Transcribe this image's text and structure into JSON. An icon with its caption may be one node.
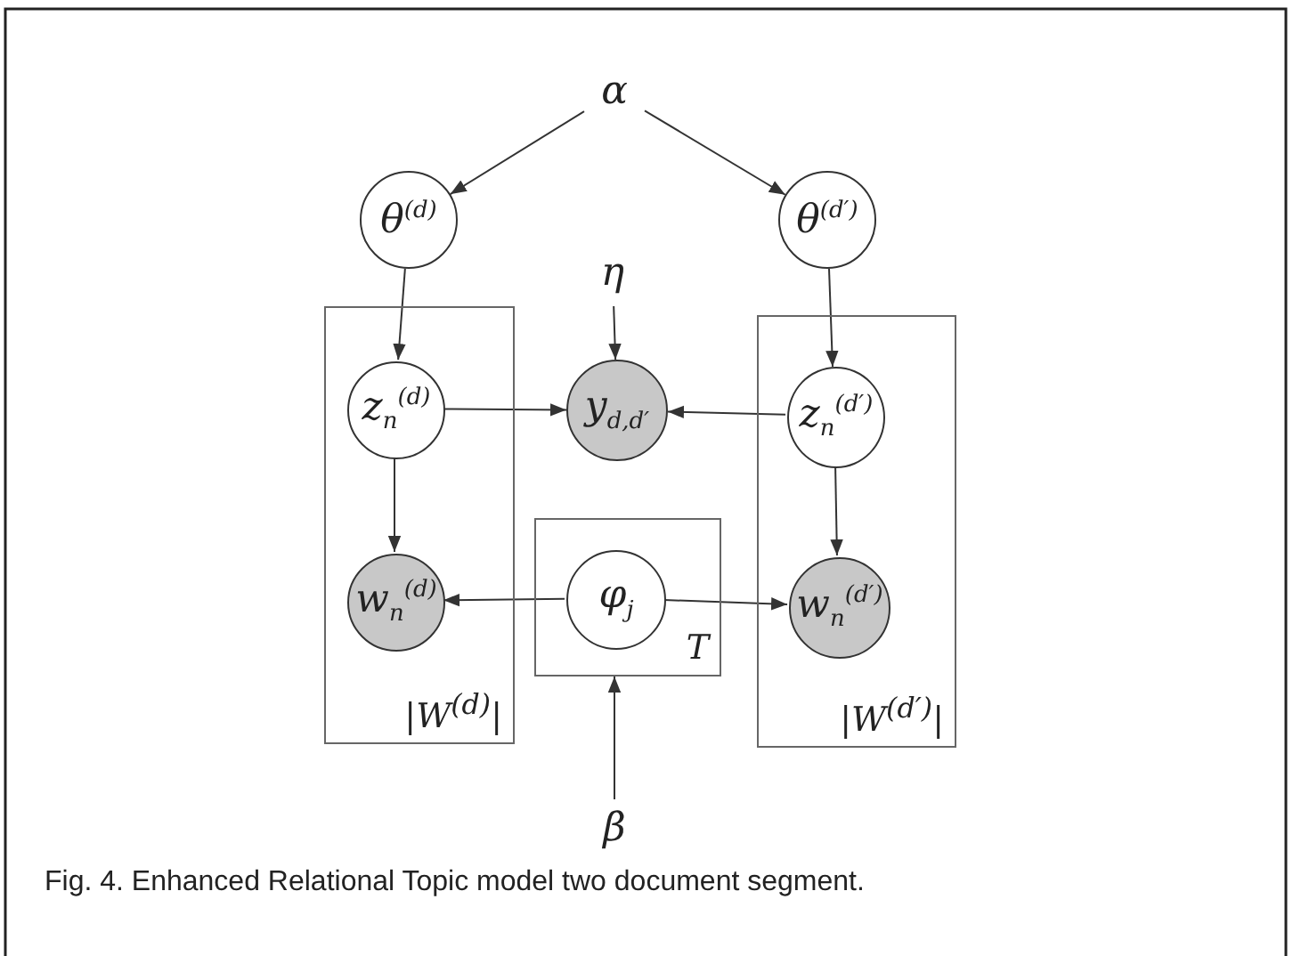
{
  "diagram": {
    "caption": "Fig. 4. Enhanced Relational Topic model two document segment.",
    "nodes": [
      {
        "text": [
          "α"
        ]
      },
      {
        "text": [
          "θ$^{(d)}$"
        ]
      },
      {
        "text": [
          "θ$^{(d′)}$"
        ]
      },
      {
        "text": [
          "η"
        ]
      },
      {
        "text": [
          "|W$^{(d)}$|"
        ]
      },
      {
        "text": [
          "z$_{n}$$^{(d)}$"
        ],
        "in": 4
      },
      {
        "text": [
          "w$_{n}$$^{(d)}$"
        ],
        "in": 4
      },
      {
        "text": [
          "y$_{d,d′}$"
        ]
      },
      {
        "text": [
          "|W$^{(d′)}$|"
        ]
      },
      {
        "text": [
          "z$_{n}$$^{(d′)}$"
        ],
        "in": 8
      },
      {
        "text": [
          "w$_{n}$$^{(d′)}$"
        ],
        "in": 8
      },
      {
        "text": [
          "T"
        ]
      },
      {
        "text": [
          "φ$_{j}$"
        ],
        "in": 11
      },
      {
        "text": [
          "β"
        ]
      }
    ],
    "edges": [
      {
        "from": 0,
        "to": 1,
        "arrow": "to"
      },
      {
        "from": 0,
        "to": 2,
        "arrow": "to"
      },
      {
        "from": 1,
        "to": 5,
        "arrow": "to"
      },
      {
        "from": 2,
        "to": 9,
        "arrow": "to"
      },
      {
        "from": 3,
        "to": 7,
        "arrow": "to"
      },
      {
        "from": 5,
        "to": 7,
        "arrow": "to"
      },
      {
        "from": 9,
        "to": 7,
        "arrow": "to"
      },
      {
        "from": 5,
        "to": 6,
        "arrow": "to"
      },
      {
        "from": 9,
        "to": 10,
        "arrow": "to"
      },
      {
        "from": 12,
        "to": 6,
        "arrow": "to"
      },
      {
        "from": 12,
        "to": 10,
        "arrow": "to"
      },
      {
        "from": 13,
        "to": 11,
        "arrow": "to"
      }
    ]
  }
}
